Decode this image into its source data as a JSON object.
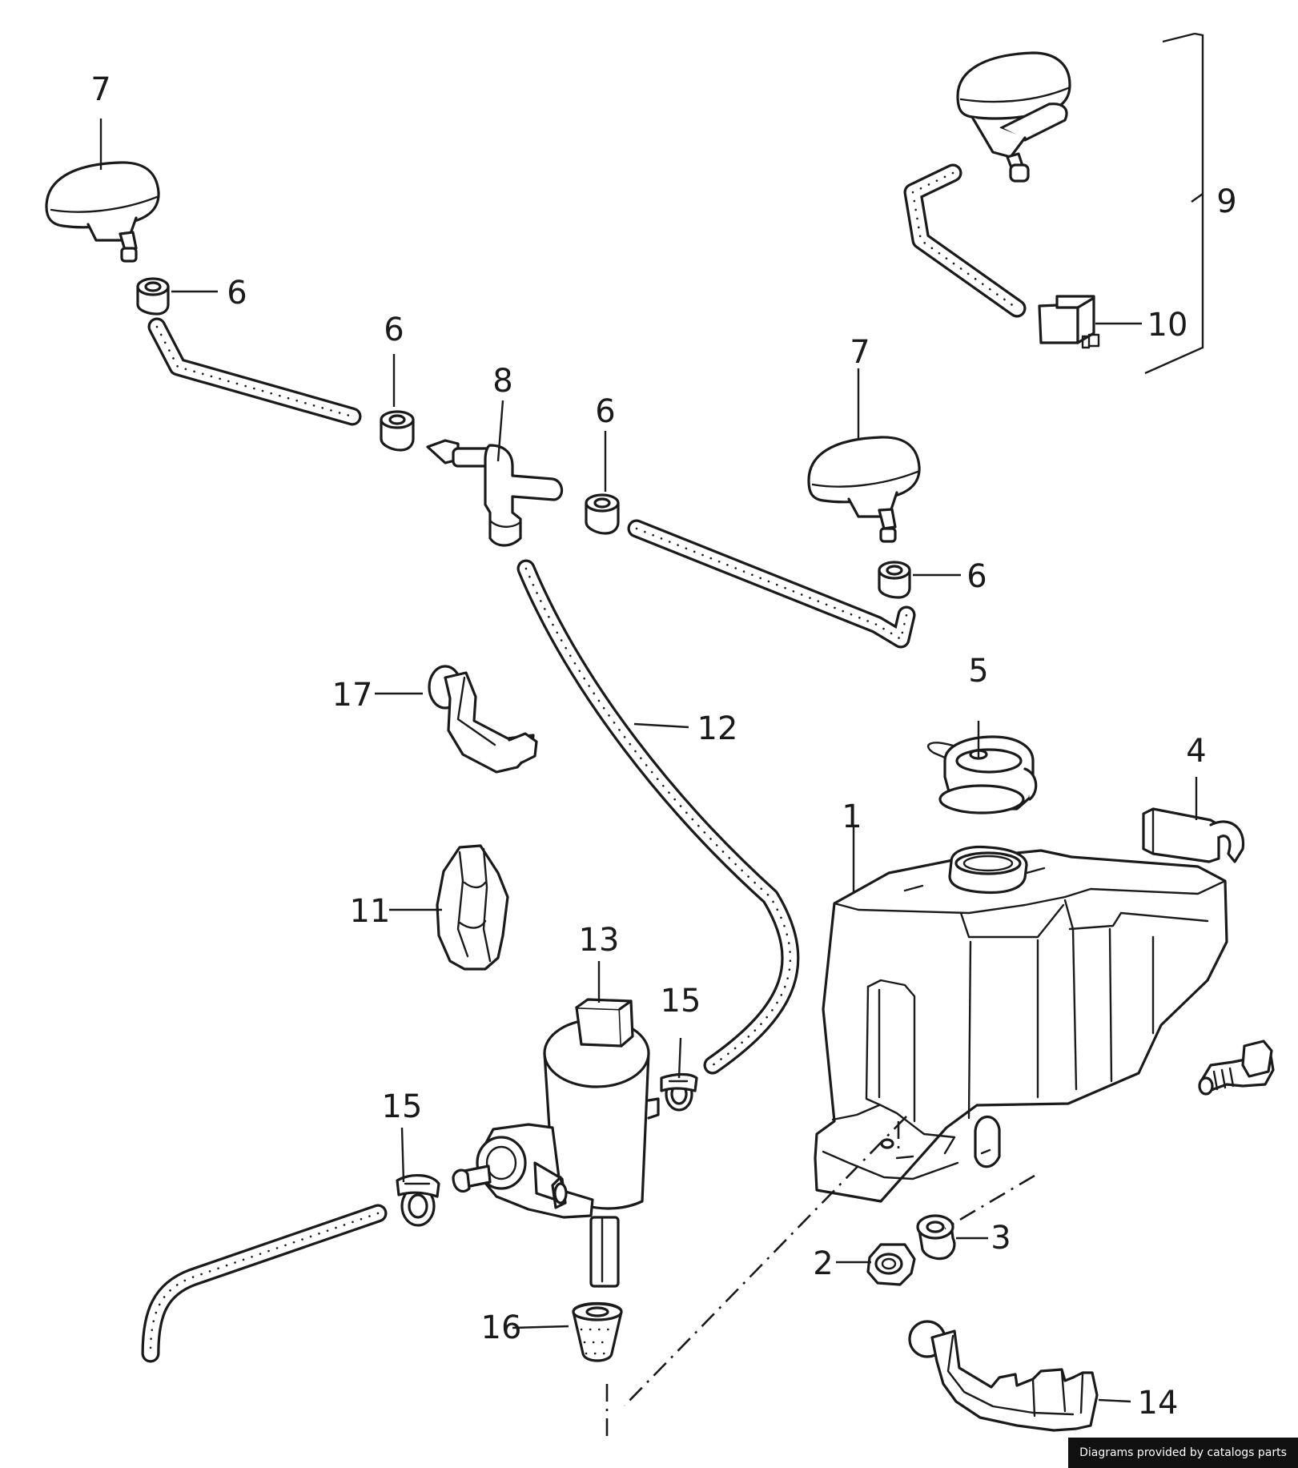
{
  "callouts": [
    {
      "id": "7-left",
      "text": "7"
    },
    {
      "id": "6-left",
      "text": "6"
    },
    {
      "id": "6-upper",
      "text": "6"
    },
    {
      "id": "8",
      "text": "8"
    },
    {
      "id": "6-mid",
      "text": "6"
    },
    {
      "id": "7-right",
      "text": "7"
    },
    {
      "id": "6-right",
      "text": "6"
    },
    {
      "id": "9",
      "text": "9"
    },
    {
      "id": "10",
      "text": "10"
    },
    {
      "id": "5",
      "text": "5"
    },
    {
      "id": "4",
      "text": "4"
    },
    {
      "id": "17",
      "text": "17"
    },
    {
      "id": "12",
      "text": "12"
    },
    {
      "id": "1",
      "text": "1"
    },
    {
      "id": "11",
      "text": "11"
    },
    {
      "id": "13",
      "text": "13"
    },
    {
      "id": "15-upper",
      "text": "15"
    },
    {
      "id": "15-lower",
      "text": "15"
    },
    {
      "id": "3",
      "text": "3"
    },
    {
      "id": "2",
      "text": "2"
    },
    {
      "id": "16",
      "text": "16"
    },
    {
      "id": "14",
      "text": "14"
    }
  ],
  "credit": "Diagrams provided by catalogs parts"
}
